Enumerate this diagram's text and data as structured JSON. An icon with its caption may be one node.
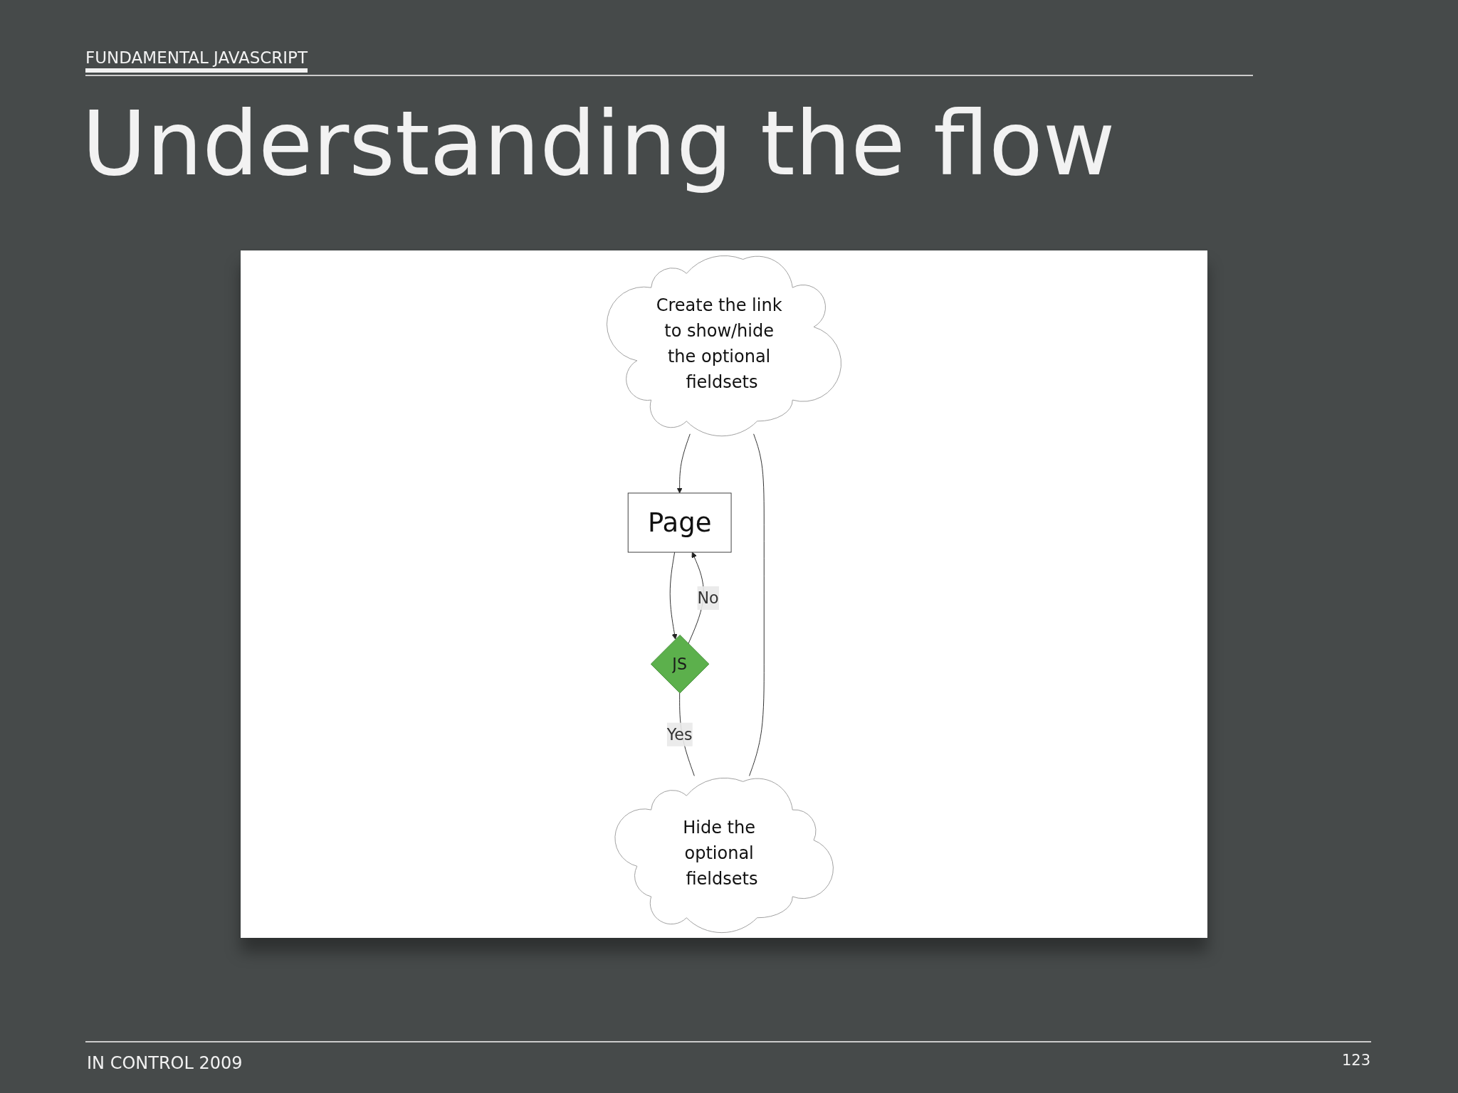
{
  "diagram": {
    "title": "Understanding the flow",
    "nodes": [
      {
        "text": [
          "Create the link to show/hide the optional fieldsets"
        ]
      },
      {
        "text": [
          "Page"
        ]
      },
      {
        "text": [
          "Hide the optional fieldsets"
        ]
      },
      {
        "text": [
          "JS"
        ]
      }
    ],
    "edges": [
      {
        "from": 0,
        "to": 1,
        "arrow": "to"
      },
      {
        "from": 1,
        "to": 3,
        "arrow": "to"
      },
      {
        "from": 3,
        "to": 2,
        "arrow": "none",
        "label": "Yes"
      },
      {
        "from": 2,
        "to": 0,
        "arrow": "none"
      },
      {
        "from": 3,
        "to": 1,
        "arrow": "to",
        "label": "No"
      }
    ],
    "labels": [
      "FUNDAMENTAL JAVASCRIPT",
      "IN CONTROL 2009",
      "123"
    ]
  }
}
